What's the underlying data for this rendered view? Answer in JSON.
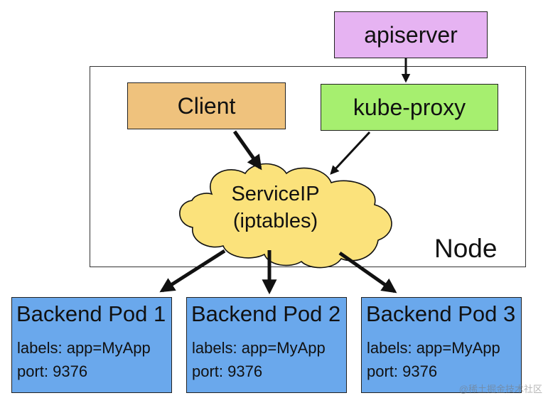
{
  "colors": {
    "apiserver": "#e6b3f2",
    "client": "#efc27d",
    "kube_proxy": "#a6ef6f",
    "cloud": "#fbe27b",
    "pod": "#6aa8ec",
    "border": "#222222"
  },
  "apiserver": {
    "label": "apiserver"
  },
  "node": {
    "label": "Node"
  },
  "client": {
    "label": "Client"
  },
  "kube_proxy": {
    "label": "kube-proxy"
  },
  "service": {
    "line1": "ServiceIP",
    "line2": "(iptables)"
  },
  "pods": [
    {
      "title": "Backend Pod 1",
      "labels": "labels: app=MyApp",
      "port": "port: 9376"
    },
    {
      "title": "Backend Pod 2",
      "labels": "labels: app=MyApp",
      "port": "port: 9376"
    },
    {
      "title": "Backend Pod 3",
      "labels": "labels: app=MyApp",
      "port": "port: 9376"
    }
  ],
  "watermark": "@稀土掘金技术社区"
}
